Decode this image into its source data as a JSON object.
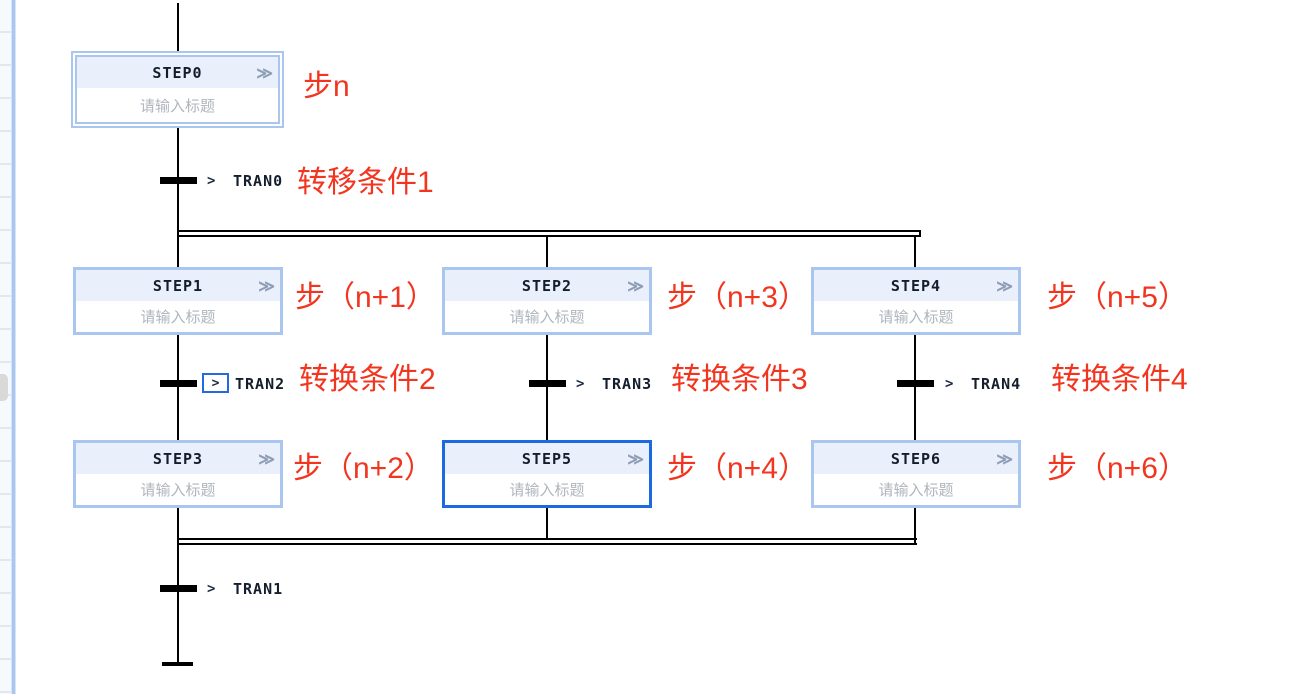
{
  "colors": {
    "step_border": "#a9c6f0",
    "step_border_selected": "#1b6ae0",
    "step_header_bg": "#e9effb",
    "step_title_text": "#131d2b",
    "placeholder_text": "#b0b5bd",
    "flow_line": "#000000",
    "annotation_red": "#f2351f",
    "panel_divider_blue": "#a9c7f0",
    "transition_selected_border": "#2569e0"
  },
  "steps": [
    {
      "name": "STEP0",
      "placeholder": "请输入标题",
      "expand_icon": "≫",
      "variant": "initial"
    },
    {
      "name": "STEP1",
      "placeholder": "请输入标题",
      "expand_icon": "≫",
      "variant": "normal"
    },
    {
      "name": "STEP2",
      "placeholder": "请输入标题",
      "expand_icon": "≫",
      "variant": "normal"
    },
    {
      "name": "STEP4",
      "placeholder": "请输入标题",
      "expand_icon": "≫",
      "variant": "normal"
    },
    {
      "name": "STEP3",
      "placeholder": "请输入标题",
      "expand_icon": "≫",
      "variant": "normal"
    },
    {
      "name": "STEP5",
      "placeholder": "请输入标题",
      "expand_icon": "≫",
      "variant": "selected"
    },
    {
      "name": "STEP6",
      "placeholder": "请输入标题",
      "expand_icon": "≫",
      "variant": "normal"
    }
  ],
  "transitions": [
    {
      "name": "TRAN0",
      "chevron": ">",
      "selected": false
    },
    {
      "name": "TRAN2",
      "chevron": ">",
      "selected": true
    },
    {
      "name": "TRAN3",
      "chevron": ">",
      "selected": false
    },
    {
      "name": "TRAN4",
      "chevron": ">",
      "selected": false
    },
    {
      "name": "TRAN1",
      "chevron": ">",
      "selected": false
    }
  ],
  "annotations": [
    "步n",
    "转移条件1",
    "步（n+1）",
    "步（n+3）",
    "步（n+5）",
    "转换条件2",
    "转换条件3",
    "转换条件4",
    "步（n+2）",
    "步（n+4）",
    "步（n+6）"
  ]
}
